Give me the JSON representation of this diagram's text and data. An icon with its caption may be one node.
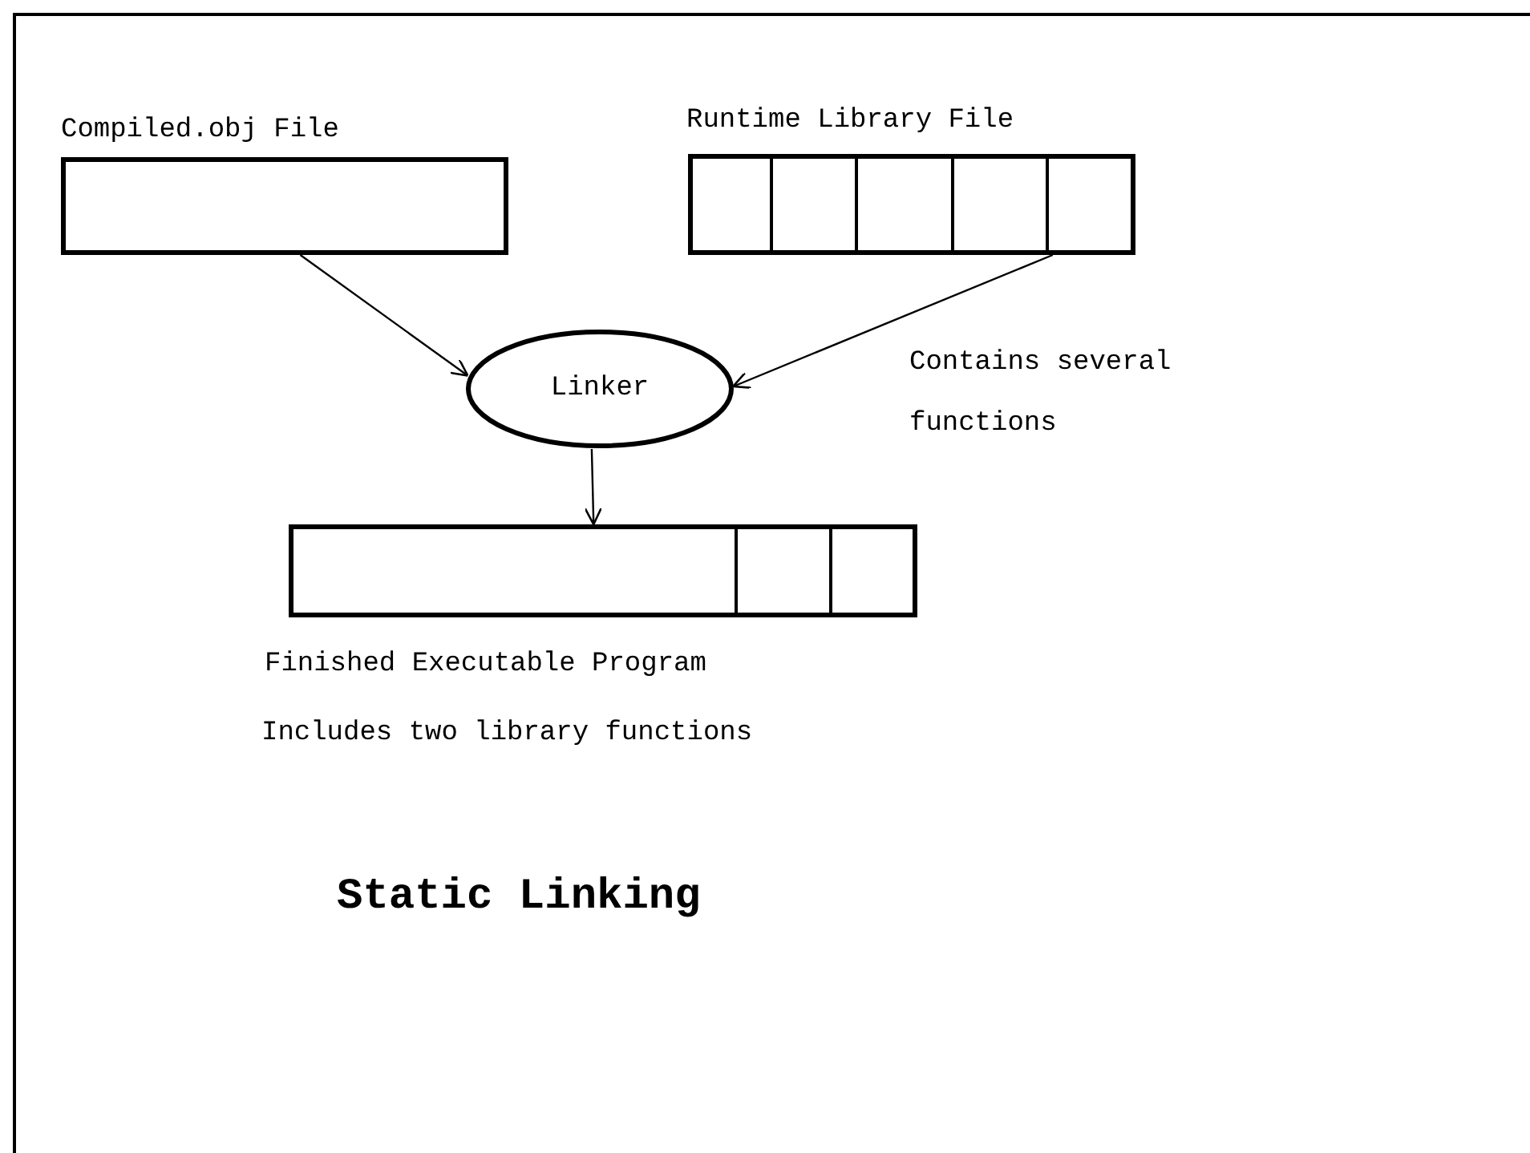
{
  "diagram": {
    "title": "Static Linking",
    "nodes": [
      {
        "text": [
          "Compiled.obj File"
        ]
      },
      {
        "text": [
          "Runtime Library File"
        ]
      },
      {
        "text": [
          "Linker"
        ]
      },
      {
        "text": [
          "Finished Executable Program",
          "Includes two library functions"
        ]
      }
    ],
    "edges": [
      {
        "from": 0,
        "to": 2,
        "arrow": "to"
      },
      {
        "from": 1,
        "to": 2,
        "arrow": "to"
      },
      {
        "from": 2,
        "to": 3,
        "arrow": "to"
      }
    ],
    "labels": [
      "Contains several functions"
    ]
  }
}
